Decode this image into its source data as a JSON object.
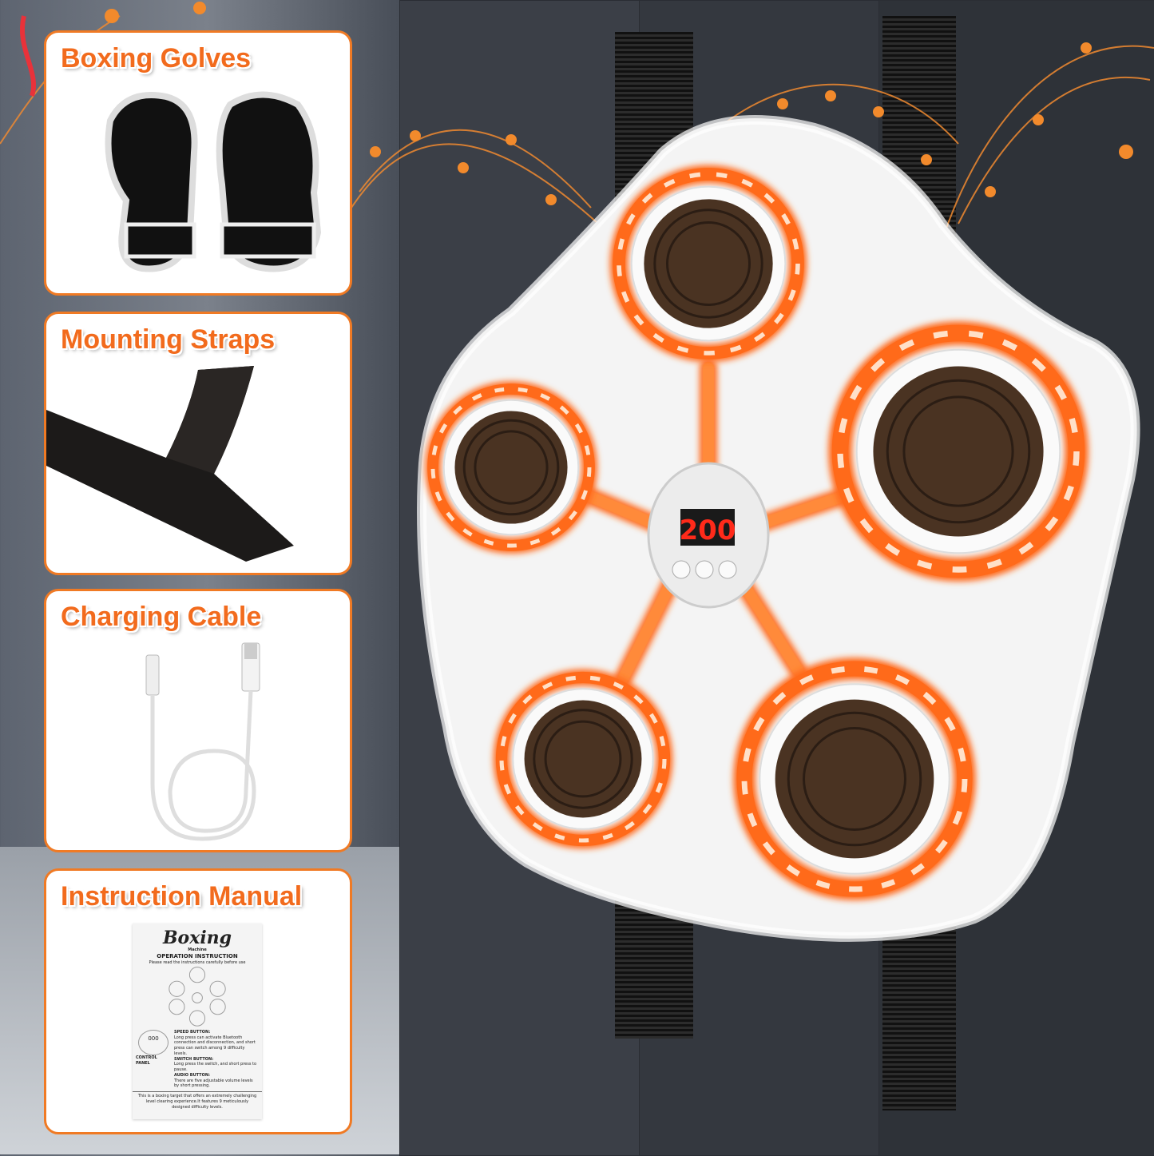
{
  "cards": [
    {
      "title": "Boxing Golves",
      "item": "boxing-gloves"
    },
    {
      "title": "Mounting Straps",
      "item": "velcro-strap"
    },
    {
      "title": "Charging Cable",
      "item": "usb-cable"
    },
    {
      "title": "Instruction Manual",
      "item": "manual"
    }
  ],
  "manual": {
    "brand": "Boxing",
    "brand_sub": "Machine",
    "heading": "OPERATION INSTRUCTION",
    "subheading": "Please read the instructions carefully before use",
    "control_panel_label": "CONTROL PANEL",
    "buttons": [
      {
        "name": "SPEED BUTTON:",
        "desc": "Long press can activate Bluetooth connection and disconnection, and short press can switch among 9 difficulty levels."
      },
      {
        "name": "SWITCH BUTTON:",
        "desc": "Long press the switch, and short press to pause."
      },
      {
        "name": "AUDIO BUTTON:",
        "desc": "There are five adjustable volume levels by short pressing."
      }
    ],
    "footer": "This is a boxing target that offers an extremely challenging level clearing experience.It features 9 meticulously designed difficulty levels."
  },
  "device": {
    "display": "200",
    "accent": "#ff6a1a",
    "pad_color": "#4a3322"
  },
  "colors": {
    "card_border": "#f07a24",
    "title": "#f26b1d"
  }
}
